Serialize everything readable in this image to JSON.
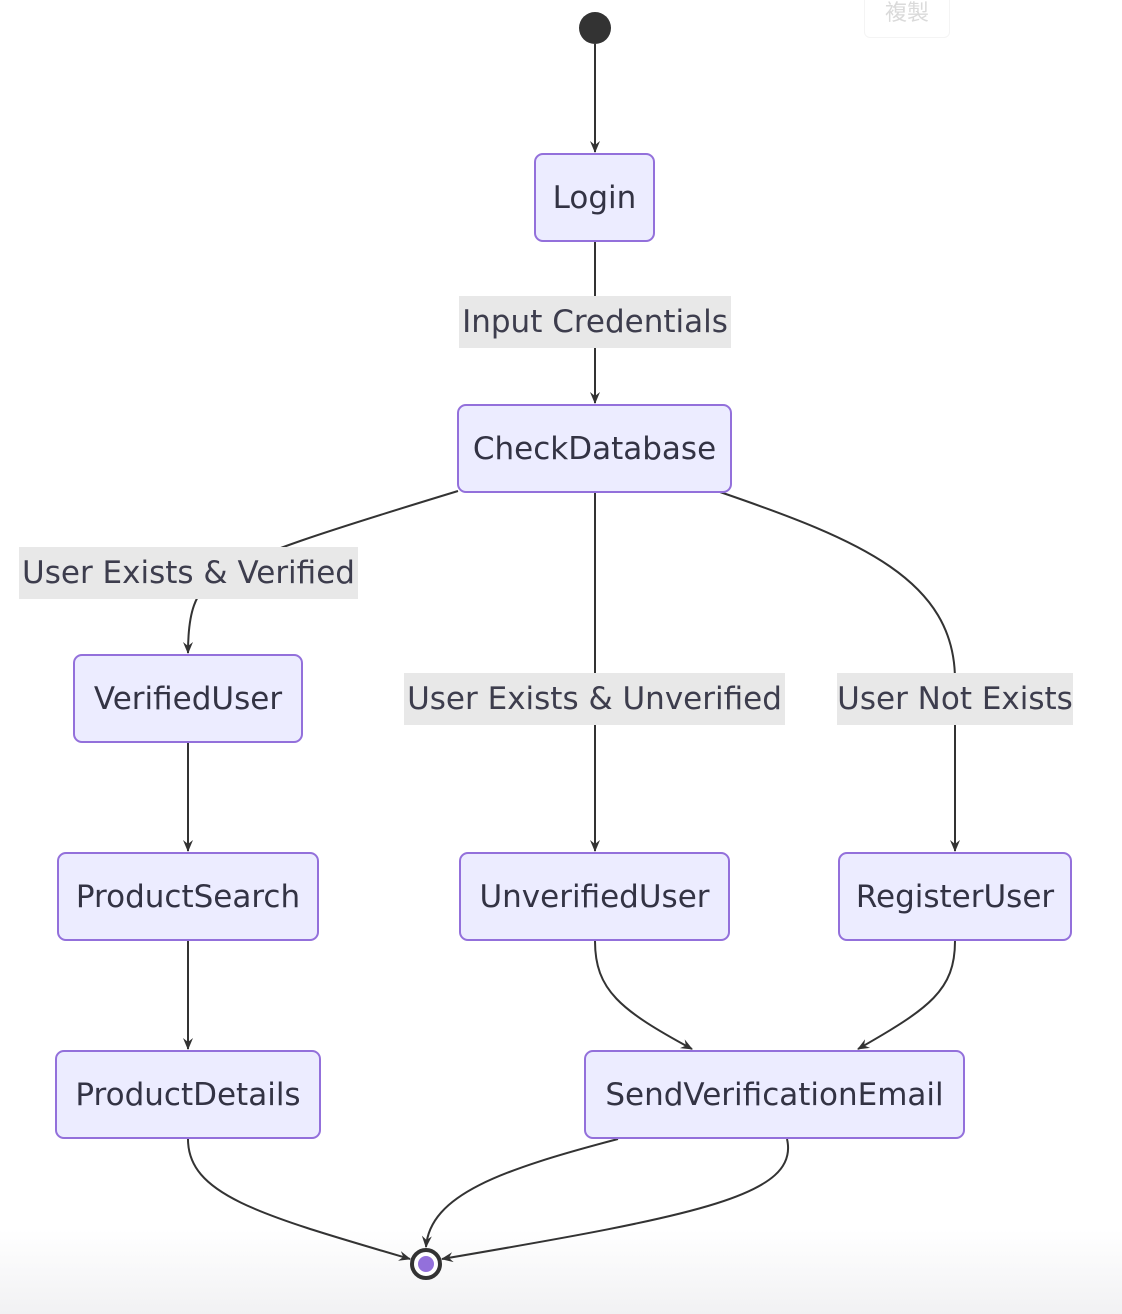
{
  "toolbar": {
    "copy_label": "複製"
  },
  "diagram": {
    "states": {
      "login": "Login",
      "check_database": "CheckDatabase",
      "verified_user": "VerifiedUser",
      "unverified_user": "UnverifiedUser",
      "register_user": "RegisterUser",
      "product_search": "ProductSearch",
      "product_details": "ProductDetails",
      "send_verification_email": "SendVerificationEmail"
    },
    "transitions": {
      "input_credentials": "Input Credentials",
      "user_exists_verified": "User Exists & Verified",
      "user_exists_unverified": "User Exists & Unverified",
      "user_not_exists": "User Not Exists"
    }
  },
  "colors": {
    "state_fill": "#ececff",
    "state_border": "#9370db",
    "edge": "#333333",
    "edge_label_bg": "#e8e8e8",
    "end_dot": "#9370db"
  }
}
